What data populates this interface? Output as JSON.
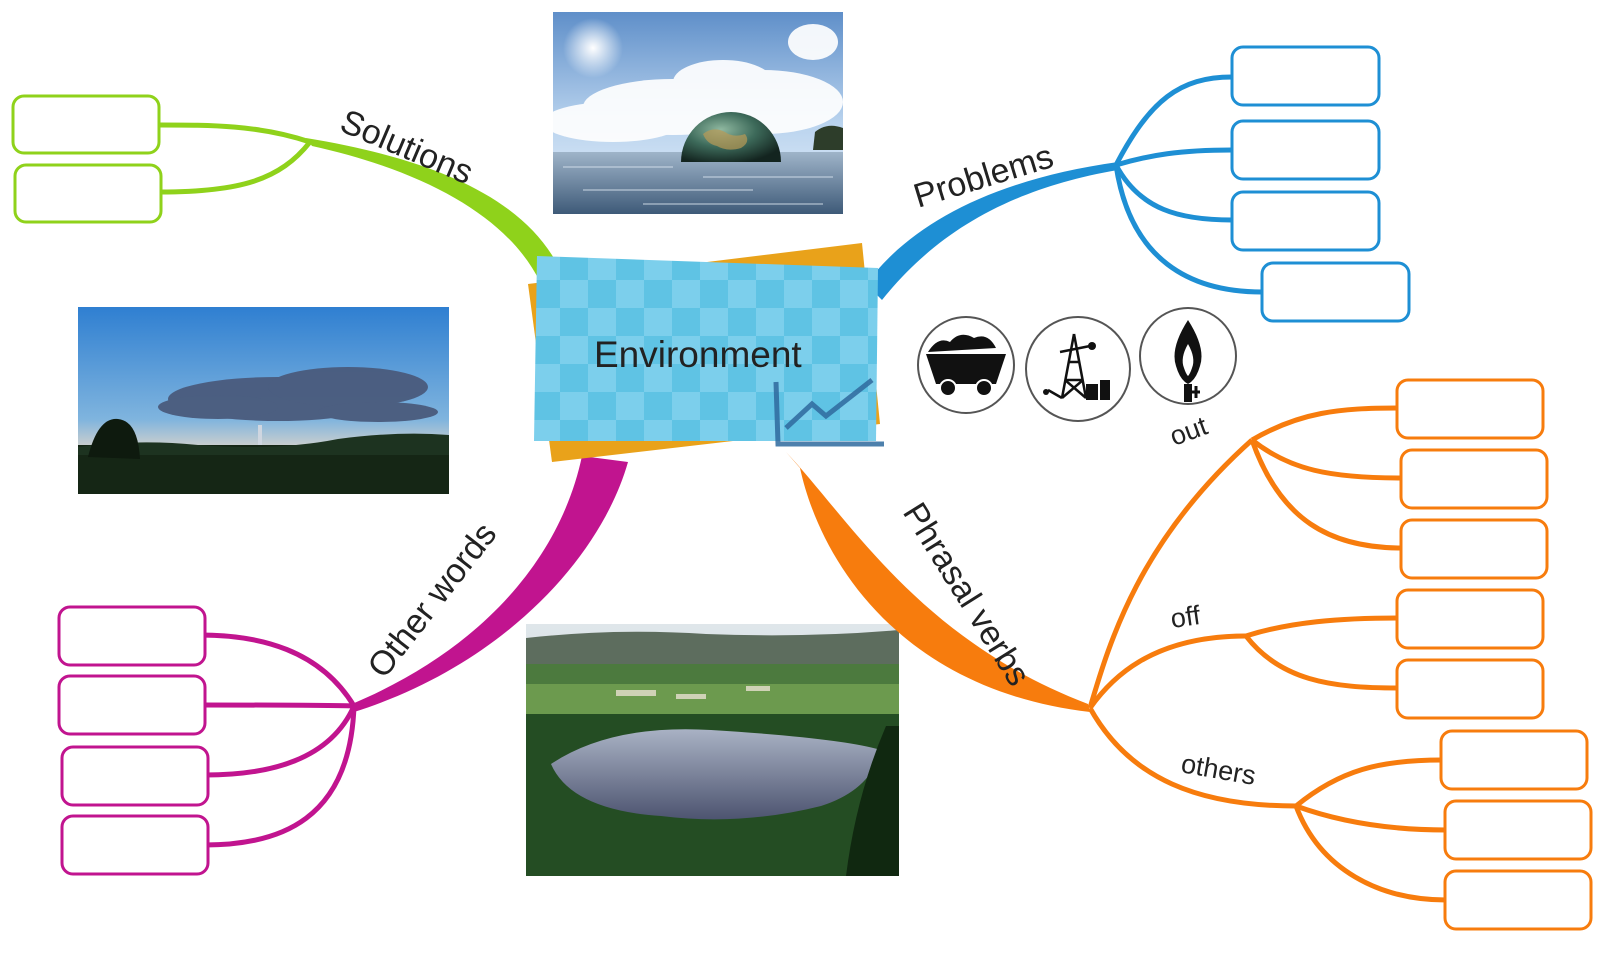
{
  "center": {
    "label": "Environment"
  },
  "branches": {
    "solutions": {
      "label": "Solutions",
      "color": "#8fd21b",
      "box_count": 2
    },
    "problems": {
      "label": "Problems",
      "color": "#1e8fd4",
      "box_count": 4
    },
    "other_words": {
      "label": "Other words",
      "color": "#c1148f",
      "box_count": 4
    },
    "phrasal_verbs": {
      "label": "Phrasal verbs",
      "color": "#f77c0d",
      "sub": {
        "out": "out",
        "off": "off",
        "others": "others"
      },
      "box_count": 8
    }
  },
  "icons": [
    "coal-cart-icon",
    "oil-derrick-icon",
    "gas-flame-icon"
  ],
  "photos": [
    "earth-in-water-photo",
    "dusk-landscape-photo",
    "lake-valley-photo"
  ]
}
